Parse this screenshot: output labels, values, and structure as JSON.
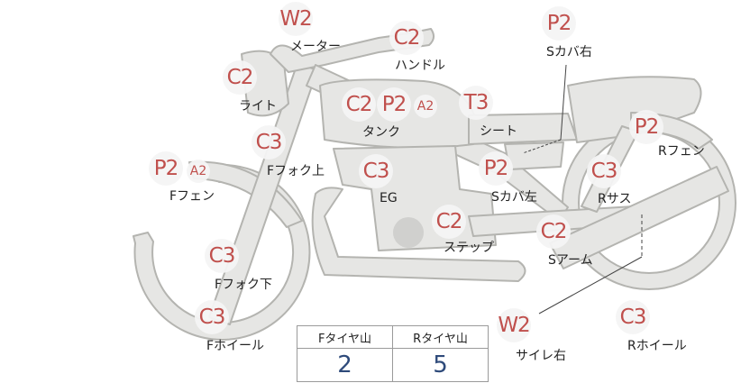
{
  "parts": {
    "meter": {
      "label": "メーター",
      "grade": "W2"
    },
    "handle": {
      "label": "ハンドル",
      "grade": "C2"
    },
    "light": {
      "label": "ライト",
      "grade": "C2"
    },
    "tank": {
      "label": "タンク",
      "grades": [
        "C2",
        "P2",
        "A2"
      ]
    },
    "seat": {
      "label": "シート",
      "grade": "T3"
    },
    "s_cover_r": {
      "label": "Sカバ右",
      "grade": "P2"
    },
    "s_cover_l": {
      "label": "Sカバ左",
      "grade": "P2"
    },
    "f_fork_upper": {
      "label": "Fフォク上",
      "grade": "C3"
    },
    "f_fender": {
      "label": "Fフェン",
      "grades": [
        "P2",
        "A2"
      ]
    },
    "engine": {
      "label": "EG",
      "grade": "C3"
    },
    "step": {
      "label": "ステップ",
      "grade": "C2"
    },
    "s_arm": {
      "label": "Sアーム",
      "grade": "C2"
    },
    "r_fender": {
      "label": "Rフェン",
      "grade": "P2"
    },
    "r_sus": {
      "label": "Rサス",
      "grade": "C3"
    },
    "f_fork_lower": {
      "label": "Fフォク下",
      "grade": "C3"
    },
    "f_wheel": {
      "label": "Fホイール",
      "grade": "C3"
    },
    "silencer_r": {
      "label": "サイレ右",
      "grade": "W2"
    },
    "r_wheel": {
      "label": "Rホイール",
      "grade": "C3"
    }
  },
  "tread_table": {
    "headers": [
      "Fタイヤ山",
      "Rタイヤ山"
    ],
    "values": [
      "2",
      "5"
    ]
  },
  "colors": {
    "grade_text": "#c0504d",
    "value_text": "#2e4a7a",
    "bike_fill": "#e6e6e4",
    "bike_stroke": "#b4b4b0"
  }
}
